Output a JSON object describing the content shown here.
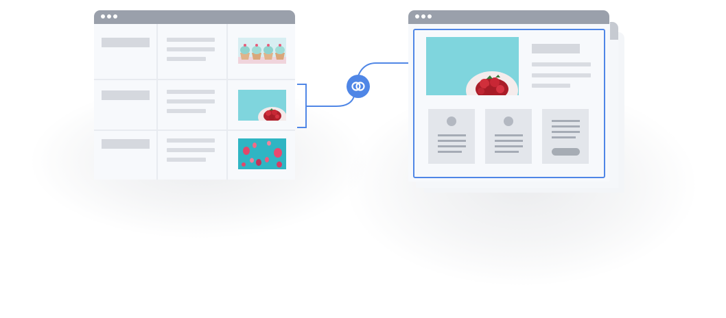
{
  "colors": {
    "accent": "#4f86e6",
    "titlebar": "#9aa0ab",
    "placeholder": "#d5d8de",
    "photo_bg": "#7fd5dd"
  },
  "link_icon": "linked-rings-icon",
  "source_window": {
    "rows": [
      {
        "thumbnail": "cupcakes-image"
      },
      {
        "thumbnail": "strawberries-image"
      },
      {
        "thumbnail": "hot-air-balloons-image"
      }
    ]
  },
  "detail_window": {
    "hero": "strawberries-image",
    "cards": [
      {
        "type": "avatar-card"
      },
      {
        "type": "avatar-card"
      },
      {
        "type": "button-card"
      }
    ]
  }
}
